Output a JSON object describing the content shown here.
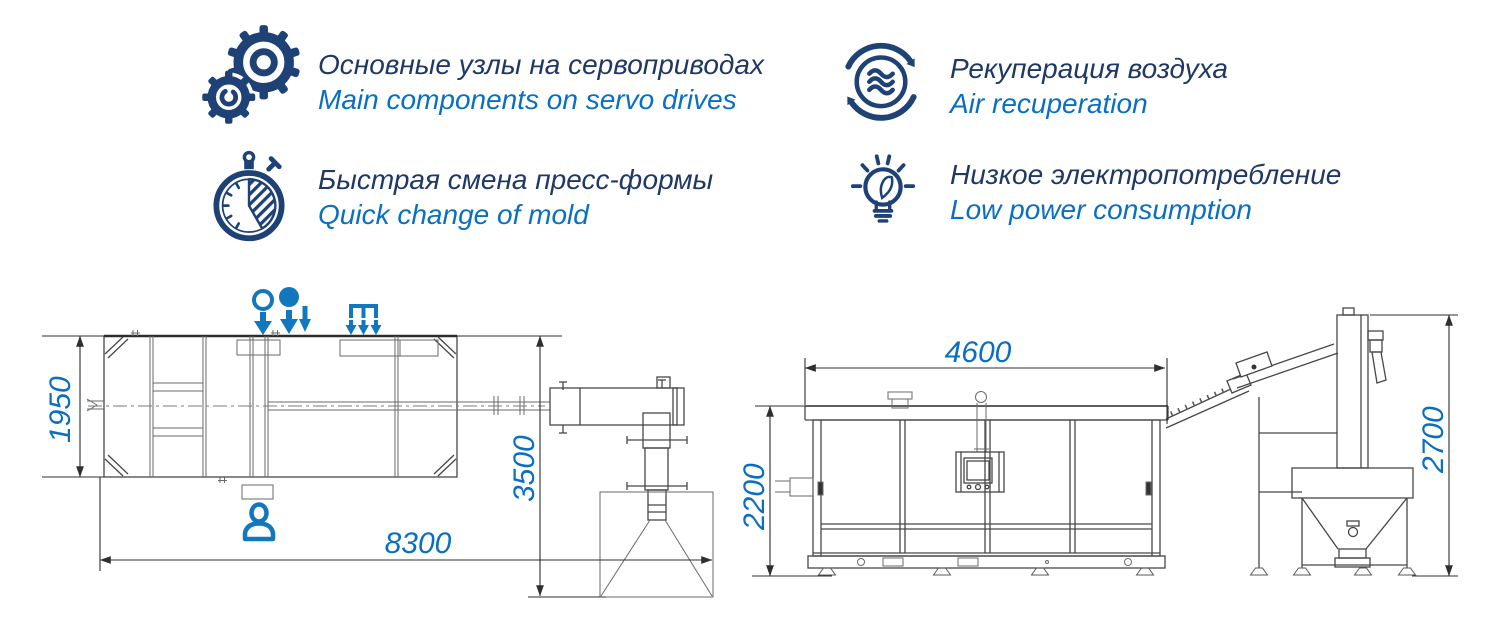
{
  "features": [
    {
      "icon": "gears",
      "ru": "Основные узлы на сервоприводах",
      "en": "Main components on servo drives"
    },
    {
      "icon": "air-recuperation",
      "ru": "Рекуперация воздуха",
      "en": "Air recuperation"
    },
    {
      "icon": "stopwatch",
      "ru": "Быстрая смена пресс-формы",
      "en": "Quick change of mold"
    },
    {
      "icon": "eco-lightbulb",
      "ru": "Низкое электропотребление",
      "en": "Low power consumption"
    }
  ],
  "drawings": {
    "top_view": {
      "dim_width_mm": "1950",
      "dim_length_mm": "8300",
      "dim_total_width_mm": "3500"
    },
    "side_view": {
      "dim_length_mm": "4600",
      "dim_height_mm": "2200",
      "dim_elevator_height_mm": "2700"
    }
  },
  "colors": {
    "title_ru": "#1F3864",
    "title_en": "#0A6FC2",
    "icon_navy": "#1E4276",
    "marker_blue": "#1377BE",
    "dimension_text": "#0A6FC2",
    "line_dark": "#3C3C3C"
  }
}
